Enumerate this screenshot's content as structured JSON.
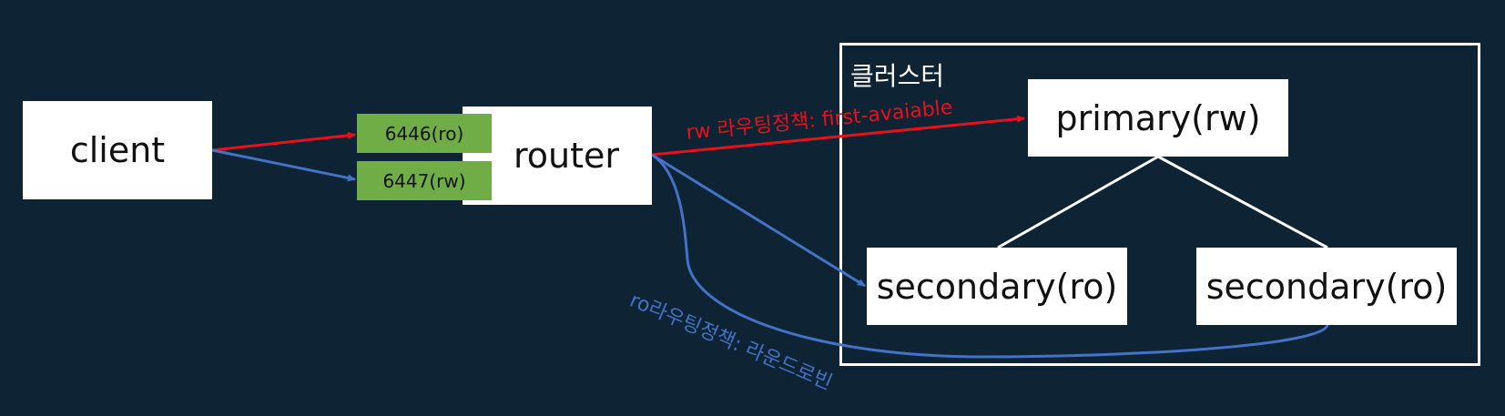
{
  "cluster": {
    "label": "클러스터"
  },
  "nodes": {
    "client": "client",
    "router": "router",
    "primary": "primary(rw)",
    "secondary_left": "secondary(ro)",
    "secondary_right": "secondary(ro)"
  },
  "ports": {
    "ro": "6446(ro)",
    "rw": "6447(rw)"
  },
  "edge_labels": {
    "rw_policy": "rw 라우팅정책: first-avaiable",
    "ro_policy": "ro라우팅정책: 라운드로빈"
  },
  "colors": {
    "background": "#0e2334",
    "rw_edge": "#e8101a",
    "ro_edge": "#4472c4",
    "port_fill": "#70ad47",
    "box_fill": "#ffffff",
    "tree_line": "#ffffff"
  }
}
